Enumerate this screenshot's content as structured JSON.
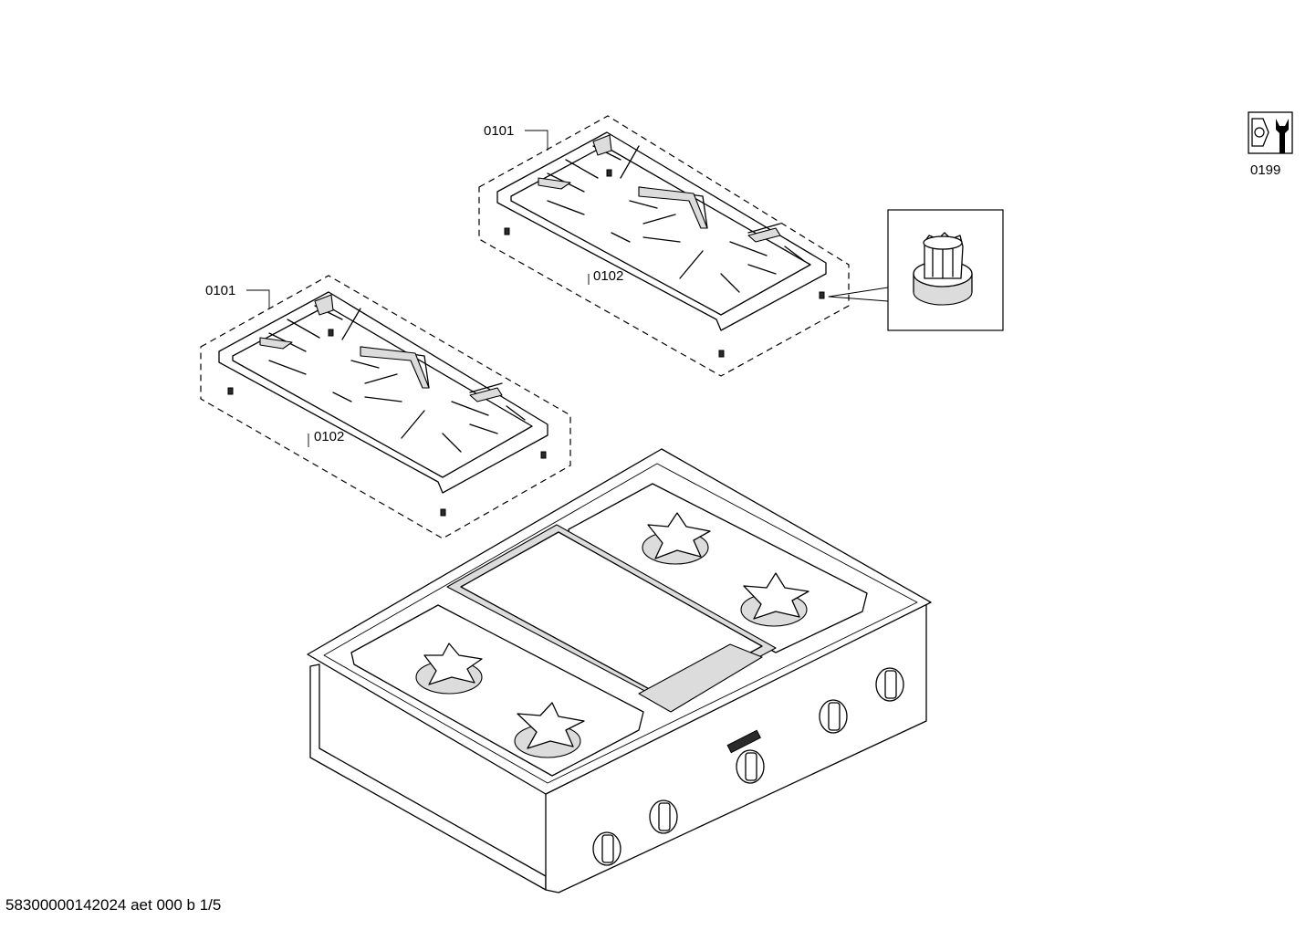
{
  "labels": {
    "grate_a": "0101",
    "grate_b": "0101",
    "foot_a": "0102",
    "foot_b": "0102",
    "tools": "0199"
  },
  "footer": {
    "text": "58300000142024 aet 000 b 1/5"
  },
  "icons": {
    "tools": "nut-and-wrench-icon",
    "detail": "rubber-foot-detail"
  }
}
